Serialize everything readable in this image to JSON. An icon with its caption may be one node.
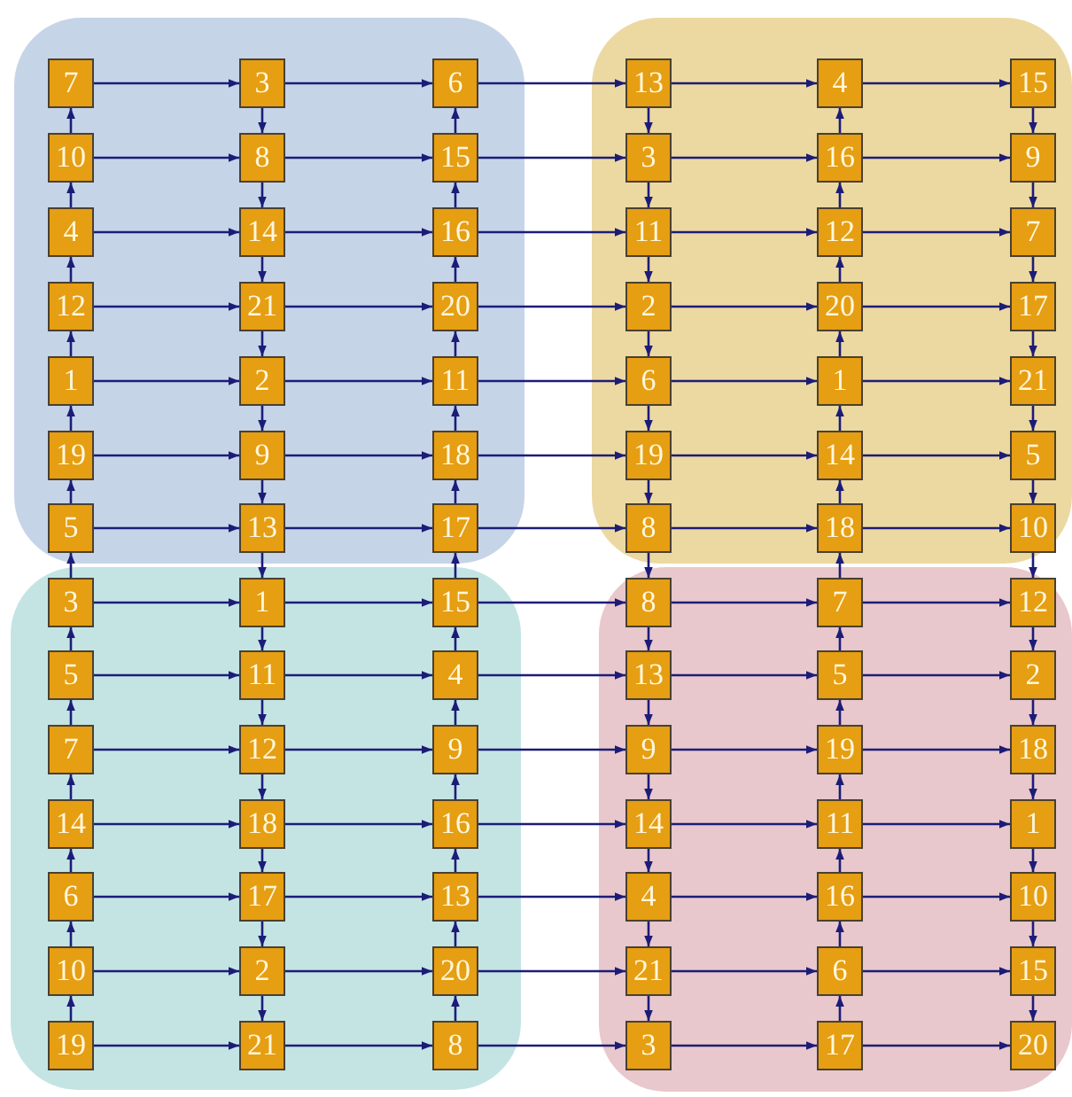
{
  "diagram": {
    "nodes": [
      {
        "text": [],
        "shape": "box"
      },
      {
        "text": [
          "7"
        ],
        "in": 0
      },
      {
        "text": [
          "3"
        ],
        "in": 0
      },
      {
        "text": [
          "6"
        ],
        "in": 0
      },
      {
        "text": [
          "10"
        ],
        "in": 0
      },
      {
        "text": [
          "8"
        ],
        "in": 0
      },
      {
        "text": [
          "15"
        ],
        "in": 0
      },
      {
        "text": [
          "4"
        ],
        "in": 0
      },
      {
        "text": [
          "14"
        ],
        "in": 0
      },
      {
        "text": [
          "16"
        ],
        "in": 0
      },
      {
        "text": [
          "12"
        ],
        "in": 0
      },
      {
        "text": [
          "21"
        ],
        "in": 0
      },
      {
        "text": [
          "20"
        ],
        "in": 0
      },
      {
        "text": [
          "1"
        ],
        "in": 0
      },
      {
        "text": [
          "2"
        ],
        "in": 0
      },
      {
        "text": [
          "11"
        ],
        "in": 0
      },
      {
        "text": [
          "19"
        ],
        "in": 0
      },
      {
        "text": [
          "9"
        ],
        "in": 0
      },
      {
        "text": [
          "18"
        ],
        "in": 0
      },
      {
        "text": [
          "5"
        ],
        "in": 0
      },
      {
        "text": [
          "13"
        ],
        "in": 0
      },
      {
        "text": [
          "17"
        ],
        "in": 0
      },
      {
        "text": [],
        "shape": "box"
      },
      {
        "text": [
          "13"
        ],
        "in": 22
      },
      {
        "text": [
          "4"
        ],
        "in": 22
      },
      {
        "text": [
          "15"
        ],
        "in": 22
      },
      {
        "text": [
          "3"
        ],
        "in": 22
      },
      {
        "text": [
          "16"
        ],
        "in": 22
      },
      {
        "text": [
          "9"
        ],
        "in": 22
      },
      {
        "text": [
          "11"
        ],
        "in": 22
      },
      {
        "text": [
          "12"
        ],
        "in": 22
      },
      {
        "text": [
          "7"
        ],
        "in": 22
      },
      {
        "text": [
          "2"
        ],
        "in": 22
      },
      {
        "text": [
          "20"
        ],
        "in": 22
      },
      {
        "text": [
          "17"
        ],
        "in": 22
      },
      {
        "text": [
          "6"
        ],
        "in": 22
      },
      {
        "text": [
          "1"
        ],
        "in": 22
      },
      {
        "text": [
          "21"
        ],
        "in": 22
      },
      {
        "text": [
          "19"
        ],
        "in": 22
      },
      {
        "text": [
          "14"
        ],
        "in": 22
      },
      {
        "text": [
          "5"
        ],
        "in": 22
      },
      {
        "text": [
          "8"
        ],
        "in": 22
      },
      {
        "text": [
          "18"
        ],
        "in": 22
      },
      {
        "text": [
          "10"
        ],
        "in": 22
      },
      {
        "text": [],
        "shape": "box"
      },
      {
        "text": [
          "3"
        ],
        "in": 44
      },
      {
        "text": [
          "1"
        ],
        "in": 44
      },
      {
        "text": [
          "15"
        ],
        "in": 44
      },
      {
        "text": [
          "5"
        ],
        "in": 44
      },
      {
        "text": [
          "11"
        ],
        "in": 44
      },
      {
        "text": [
          "4"
        ],
        "in": 44
      },
      {
        "text": [
          "7"
        ],
        "in": 44
      },
      {
        "text": [
          "12"
        ],
        "in": 44
      },
      {
        "text": [
          "9"
        ],
        "in": 44
      },
      {
        "text": [
          "14"
        ],
        "in": 44
      },
      {
        "text": [
          "18"
        ],
        "in": 44
      },
      {
        "text": [
          "16"
        ],
        "in": 44
      },
      {
        "text": [
          "6"
        ],
        "in": 44
      },
      {
        "text": [
          "17"
        ],
        "in": 44
      },
      {
        "text": [
          "13"
        ],
        "in": 44
      },
      {
        "text": [
          "10"
        ],
        "in": 44
      },
      {
        "text": [
          "2"
        ],
        "in": 44
      },
      {
        "text": [
          "20"
        ],
        "in": 44
      },
      {
        "text": [
          "19"
        ],
        "in": 44
      },
      {
        "text": [
          "21"
        ],
        "in": 44
      },
      {
        "text": [
          "8"
        ],
        "in": 44
      },
      {
        "text": [],
        "shape": "box"
      },
      {
        "text": [
          "8"
        ],
        "in": 66
      },
      {
        "text": [
          "7"
        ],
        "in": 66
      },
      {
        "text": [
          "12"
        ],
        "in": 66
      },
      {
        "text": [
          "13"
        ],
        "in": 66
      },
      {
        "text": [
          "5"
        ],
        "in": 66
      },
      {
        "text": [
          "2"
        ],
        "in": 66
      },
      {
        "text": [
          "9"
        ],
        "in": 66
      },
      {
        "text": [
          "19"
        ],
        "in": 66
      },
      {
        "text": [
          "18"
        ],
        "in": 66
      },
      {
        "text": [
          "14"
        ],
        "in": 66
      },
      {
        "text": [
          "11"
        ],
        "in": 66
      },
      {
        "text": [
          "1"
        ],
        "in": 66
      },
      {
        "text": [
          "4"
        ],
        "in": 66
      },
      {
        "text": [
          "16"
        ],
        "in": 66
      },
      {
        "text": [
          "10"
        ],
        "in": 66
      },
      {
        "text": [
          "21"
        ],
        "in": 66
      },
      {
        "text": [
          "6"
        ],
        "in": 66
      },
      {
        "text": [
          "15"
        ],
        "in": 66
      },
      {
        "text": [
          "3"
        ],
        "in": 66
      },
      {
        "text": [
          "17"
        ],
        "in": 66
      },
      {
        "text": [
          "20"
        ],
        "in": 66
      }
    ],
    "edges": [
      {
        "from": 1,
        "to": 2,
        "arrow": "to"
      },
      {
        "from": 2,
        "to": 3,
        "arrow": "to"
      },
      {
        "from": 3,
        "to": 23,
        "arrow": "to"
      },
      {
        "from": 23,
        "to": 24,
        "arrow": "to"
      },
      {
        "from": 24,
        "to": 25,
        "arrow": "to"
      },
      {
        "from": 4,
        "to": 5,
        "arrow": "to"
      },
      {
        "from": 5,
        "to": 6,
        "arrow": "to"
      },
      {
        "from": 6,
        "to": 26,
        "arrow": "to"
      },
      {
        "from": 26,
        "to": 27,
        "arrow": "to"
      },
      {
        "from": 27,
        "to": 28,
        "arrow": "to"
      },
      {
        "from": 7,
        "to": 8,
        "arrow": "to"
      },
      {
        "from": 8,
        "to": 9,
        "arrow": "to"
      },
      {
        "from": 9,
        "to": 29,
        "arrow": "to"
      },
      {
        "from": 29,
        "to": 30,
        "arrow": "to"
      },
      {
        "from": 30,
        "to": 31,
        "arrow": "to"
      },
      {
        "from": 10,
        "to": 11,
        "arrow": "to"
      },
      {
        "from": 11,
        "to": 12,
        "arrow": "to"
      },
      {
        "from": 12,
        "to": 32,
        "arrow": "to"
      },
      {
        "from": 32,
        "to": 33,
        "arrow": "to"
      },
      {
        "from": 33,
        "to": 34,
        "arrow": "to"
      },
      {
        "from": 13,
        "to": 14,
        "arrow": "to"
      },
      {
        "from": 14,
        "to": 15,
        "arrow": "to"
      },
      {
        "from": 15,
        "to": 35,
        "arrow": "to"
      },
      {
        "from": 35,
        "to": 36,
        "arrow": "to"
      },
      {
        "from": 36,
        "to": 37,
        "arrow": "to"
      },
      {
        "from": 16,
        "to": 17,
        "arrow": "to"
      },
      {
        "from": 17,
        "to": 18,
        "arrow": "to"
      },
      {
        "from": 18,
        "to": 38,
        "arrow": "to"
      },
      {
        "from": 38,
        "to": 39,
        "arrow": "to"
      },
      {
        "from": 39,
        "to": 40,
        "arrow": "to"
      },
      {
        "from": 19,
        "to": 20,
        "arrow": "to"
      },
      {
        "from": 20,
        "to": 21,
        "arrow": "to"
      },
      {
        "from": 21,
        "to": 41,
        "arrow": "to"
      },
      {
        "from": 41,
        "to": 42,
        "arrow": "to"
      },
      {
        "from": 42,
        "to": 43,
        "arrow": "to"
      },
      {
        "from": 45,
        "to": 46,
        "arrow": "to"
      },
      {
        "from": 46,
        "to": 47,
        "arrow": "to"
      },
      {
        "from": 47,
        "to": 67,
        "arrow": "to"
      },
      {
        "from": 67,
        "to": 68,
        "arrow": "to"
      },
      {
        "from": 68,
        "to": 69,
        "arrow": "to"
      },
      {
        "from": 48,
        "to": 49,
        "arrow": "to"
      },
      {
        "from": 49,
        "to": 50,
        "arrow": "to"
      },
      {
        "from": 50,
        "to": 70,
        "arrow": "to"
      },
      {
        "from": 70,
        "to": 71,
        "arrow": "to"
      },
      {
        "from": 71,
        "to": 72,
        "arrow": "to"
      },
      {
        "from": 51,
        "to": 52,
        "arrow": "to"
      },
      {
        "from": 52,
        "to": 53,
        "arrow": "to"
      },
      {
        "from": 53,
        "to": 73,
        "arrow": "to"
      },
      {
        "from": 73,
        "to": 74,
        "arrow": "to"
      },
      {
        "from": 74,
        "to": 75,
        "arrow": "to"
      },
      {
        "from": 54,
        "to": 55,
        "arrow": "to"
      },
      {
        "from": 55,
        "to": 56,
        "arrow": "to"
      },
      {
        "from": 56,
        "to": 76,
        "arrow": "to"
      },
      {
        "from": 76,
        "to": 77,
        "arrow": "to"
      },
      {
        "from": 77,
        "to": 78,
        "arrow": "to"
      },
      {
        "from": 57,
        "to": 58,
        "arrow": "to"
      },
      {
        "from": 58,
        "to": 59,
        "arrow": "to"
      },
      {
        "from": 59,
        "to": 79,
        "arrow": "to"
      },
      {
        "from": 79,
        "to": 80,
        "arrow": "to"
      },
      {
        "from": 80,
        "to": 81,
        "arrow": "to"
      },
      {
        "from": 60,
        "to": 61,
        "arrow": "to"
      },
      {
        "from": 61,
        "to": 62,
        "arrow": "to"
      },
      {
        "from": 62,
        "to": 82,
        "arrow": "to"
      },
      {
        "from": 82,
        "to": 83,
        "arrow": "to"
      },
      {
        "from": 83,
        "to": 84,
        "arrow": "to"
      },
      {
        "from": 63,
        "to": 64,
        "arrow": "to"
      },
      {
        "from": 64,
        "to": 65,
        "arrow": "to"
      },
      {
        "from": 65,
        "to": 85,
        "arrow": "to"
      },
      {
        "from": 85,
        "to": 86,
        "arrow": "to"
      },
      {
        "from": 86,
        "to": 87,
        "arrow": "to"
      },
      {
        "from": 4,
        "to": 1,
        "arrow": "to"
      },
      {
        "from": 7,
        "to": 4,
        "arrow": "to"
      },
      {
        "from": 10,
        "to": 7,
        "arrow": "to"
      },
      {
        "from": 13,
        "to": 10,
        "arrow": "to"
      },
      {
        "from": 16,
        "to": 13,
        "arrow": "to"
      },
      {
        "from": 19,
        "to": 16,
        "arrow": "to"
      },
      {
        "from": 45,
        "to": 19,
        "arrow": "to"
      },
      {
        "from": 48,
        "to": 45,
        "arrow": "to"
      },
      {
        "from": 51,
        "to": 48,
        "arrow": "to"
      },
      {
        "from": 54,
        "to": 51,
        "arrow": "to"
      },
      {
        "from": 57,
        "to": 54,
        "arrow": "to"
      },
      {
        "from": 60,
        "to": 57,
        "arrow": "to"
      },
      {
        "from": 63,
        "to": 60,
        "arrow": "to"
      },
      {
        "from": 2,
        "to": 5,
        "arrow": "to"
      },
      {
        "from": 5,
        "to": 8,
        "arrow": "to"
      },
      {
        "from": 8,
        "to": 11,
        "arrow": "to"
      },
      {
        "from": 11,
        "to": 14,
        "arrow": "to"
      },
      {
        "from": 14,
        "to": 17,
        "arrow": "to"
      },
      {
        "from": 17,
        "to": 20,
        "arrow": "to"
      },
      {
        "from": 20,
        "to": 46,
        "arrow": "to"
      },
      {
        "from": 46,
        "to": 49,
        "arrow": "to"
      },
      {
        "from": 49,
        "to": 52,
        "arrow": "to"
      },
      {
        "from": 52,
        "to": 55,
        "arrow": "to"
      },
      {
        "from": 55,
        "to": 58,
        "arrow": "to"
      },
      {
        "from": 58,
        "to": 61,
        "arrow": "to"
      },
      {
        "from": 61,
        "to": 64,
        "arrow": "to"
      },
      {
        "from": 6,
        "to": 3,
        "arrow": "to"
      },
      {
        "from": 9,
        "to": 6,
        "arrow": "to"
      },
      {
        "from": 12,
        "to": 9,
        "arrow": "to"
      },
      {
        "from": 15,
        "to": 12,
        "arrow": "to"
      },
      {
        "from": 18,
        "to": 15,
        "arrow": "to"
      },
      {
        "from": 21,
        "to": 18,
        "arrow": "to"
      },
      {
        "from": 47,
        "to": 21,
        "arrow": "to"
      },
      {
        "from": 50,
        "to": 47,
        "arrow": "to"
      },
      {
        "from": 53,
        "to": 50,
        "arrow": "to"
      },
      {
        "from": 56,
        "to": 53,
        "arrow": "to"
      },
      {
        "from": 59,
        "to": 56,
        "arrow": "to"
      },
      {
        "from": 62,
        "to": 59,
        "arrow": "to"
      },
      {
        "from": 65,
        "to": 62,
        "arrow": "to"
      },
      {
        "from": 23,
        "to": 26,
        "arrow": "to"
      },
      {
        "from": 26,
        "to": 29,
        "arrow": "to"
      },
      {
        "from": 29,
        "to": 32,
        "arrow": "to"
      },
      {
        "from": 32,
        "to": 35,
        "arrow": "to"
      },
      {
        "from": 35,
        "to": 38,
        "arrow": "to"
      },
      {
        "from": 38,
        "to": 41,
        "arrow": "to"
      },
      {
        "from": 41,
        "to": 67,
        "arrow": "to"
      },
      {
        "from": 67,
        "to": 70,
        "arrow": "to"
      },
      {
        "from": 70,
        "to": 73,
        "arrow": "to"
      },
      {
        "from": 73,
        "to": 76,
        "arrow": "to"
      },
      {
        "from": 76,
        "to": 79,
        "arrow": "to"
      },
      {
        "from": 79,
        "to": 82,
        "arrow": "to"
      },
      {
        "from": 82,
        "to": 85,
        "arrow": "to"
      },
      {
        "from": 27,
        "to": 24,
        "arrow": "to"
      },
      {
        "from": 30,
        "to": 27,
        "arrow": "to"
      },
      {
        "from": 33,
        "to": 30,
        "arrow": "to"
      },
      {
        "from": 36,
        "to": 33,
        "arrow": "to"
      },
      {
        "from": 39,
        "to": 36,
        "arrow": "to"
      },
      {
        "from": 42,
        "to": 39,
        "arrow": "to"
      },
      {
        "from": 68,
        "to": 42,
        "arrow": "to"
      },
      {
        "from": 71,
        "to": 68,
        "arrow": "to"
      },
      {
        "from": 74,
        "to": 71,
        "arrow": "to"
      },
      {
        "from": 77,
        "to": 74,
        "arrow": "to"
      },
      {
        "from": 80,
        "to": 77,
        "arrow": "to"
      },
      {
        "from": 83,
        "to": 80,
        "arrow": "to"
      },
      {
        "from": 86,
        "to": 83,
        "arrow": "to"
      },
      {
        "from": 25,
        "to": 28,
        "arrow": "to"
      },
      {
        "from": 28,
        "to": 31,
        "arrow": "to"
      },
      {
        "from": 31,
        "to": 34,
        "arrow": "to"
      },
      {
        "from": 34,
        "to": 37,
        "arrow": "to"
      },
      {
        "from": 37,
        "to": 40,
        "arrow": "to"
      },
      {
        "from": 40,
        "to": 43,
        "arrow": "to"
      },
      {
        "from": 43,
        "to": 69,
        "arrow": "to"
      },
      {
        "from": 69,
        "to": 72,
        "arrow": "to"
      },
      {
        "from": 72,
        "to": 75,
        "arrow": "to"
      },
      {
        "from": 75,
        "to": 78,
        "arrow": "to"
      },
      {
        "from": 78,
        "to": 81,
        "arrow": "to"
      },
      {
        "from": 81,
        "to": 84,
        "arrow": "to"
      },
      {
        "from": 84,
        "to": 87,
        "arrow": "to"
      }
    ]
  }
}
